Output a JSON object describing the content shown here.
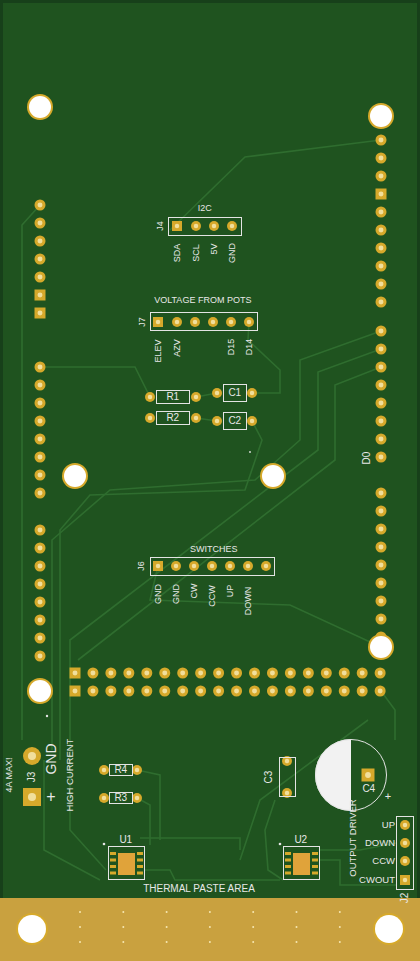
{
  "diagram": {
    "nodes": [
      {
        "text": [
          "J4",
          "I2C"
        ]
      },
      {
        "text": [
          "J7",
          "VOLTAGE FROM POTS"
        ]
      },
      {
        "text": [
          "R1"
        ]
      },
      {
        "text": [
          "R2"
        ]
      },
      {
        "text": [
          "C1"
        ]
      },
      {
        "text": [
          "C2"
        ]
      },
      {
        "text": [
          "J6",
          "SWITCHES"
        ]
      },
      {
        "text": [
          "R4"
        ]
      },
      {
        "text": [
          "R3"
        ]
      },
      {
        "text": [
          "C3"
        ]
      },
      {
        "text": [
          "C4"
        ]
      },
      {
        "text": [
          "U1"
        ]
      },
      {
        "text": [
          "U2"
        ]
      },
      {
        "text": [
          "J2"
        ]
      }
    ],
    "labels": [
      "SDA",
      "SCL",
      "5V",
      "GND",
      "ELEV",
      "AZV",
      "D15",
      "D14",
      "D0",
      "GND",
      "GND",
      "CW",
      "CCW",
      "UP",
      "DOWN",
      "4A MAX!",
      "J3",
      "GND",
      "+",
      "HIGH CURRENT",
      "THERMAL PASTE AREA",
      "OUTPUT DRIVER",
      "UP",
      "DOWN",
      "CCW",
      "CWOUT",
      "+"
    ]
  }
}
